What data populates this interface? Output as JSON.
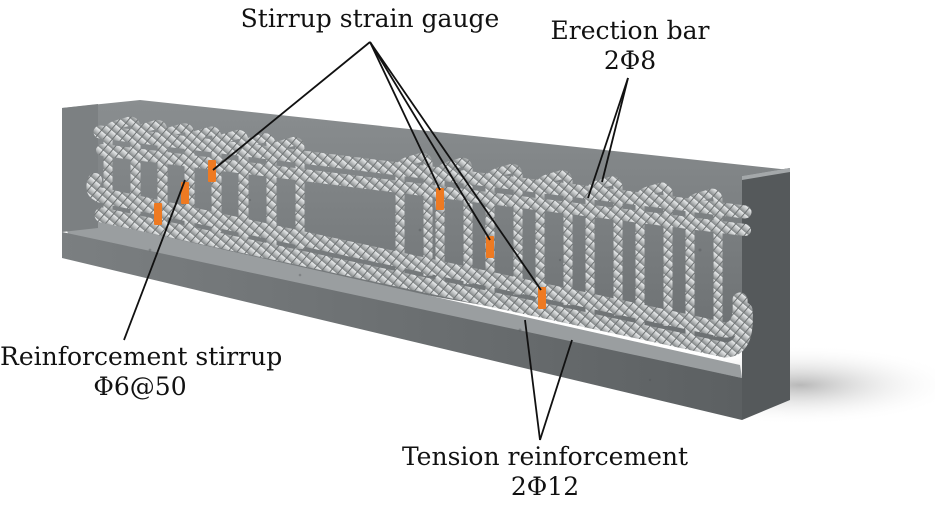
{
  "labels": {
    "stirrup_gauge": "Stirrup strain gauge",
    "erection_bar": "Erection bar",
    "erection_bar_spec": "2Φ8",
    "reinforcement_stirrup": "Reinforcement stirrup",
    "reinforcement_stirrup_spec": "Φ6@50",
    "tension_reinforcement": "Tension reinforcement",
    "tension_reinforcement_spec": "2Φ12"
  },
  "colors": {
    "concrete": "#8c9092",
    "concrete_dark": "#5f6365",
    "rebar": "#c9cccd",
    "gauge": "#ee7a22",
    "leader": "#111111"
  }
}
